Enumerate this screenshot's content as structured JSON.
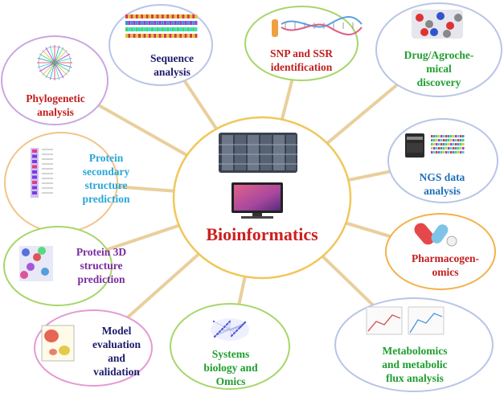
{
  "center": {
    "title": "Bioinformatics",
    "title_color": "#cc1f1f",
    "ellipse_stroke": "#f0c75a",
    "icons": [
      "server-rack-icon",
      "computer-monitor-icon"
    ]
  },
  "spoke_color": "#e9cf9c",
  "nodes": [
    {
      "id": "sequence",
      "label": "Sequence\nanalysis",
      "text_color": "#1c1c6b",
      "border": "#b9c5e8",
      "icon": "sequence-alignment-icon"
    },
    {
      "id": "snp",
      "label": "SNP and SSR\nidentification",
      "text_color": "#c21e1e",
      "border": "#a7d66a",
      "icon": "dna-helix-icon"
    },
    {
      "id": "drug",
      "label": "Drug/Agroche-\nmical\ndiscovery",
      "text_color": "#1f9e2f",
      "border": "#b9c5e8",
      "icon": "molecule-icon"
    },
    {
      "id": "phylo",
      "label": "Phylogenetic\nanalysis",
      "text_color": "#c21e1e",
      "border": "#c9a7e0",
      "icon": "phylogenetic-tree-icon"
    },
    {
      "id": "ngs",
      "label": "NGS data\nanalysis",
      "text_color": "#1f6fb8",
      "border": "#b9c5e8",
      "icon": "sequencer-icon"
    },
    {
      "id": "protein2d",
      "label": "Protein\nsecondary\nstructure\nprediction",
      "text_color": "#29a6d8",
      "border": "#f2c48a",
      "icon": "secondary-structure-icon"
    },
    {
      "id": "pharma",
      "label": "Pharmacogen-\nomics",
      "text_color": "#c21e1e",
      "border": "#f3b24a",
      "icon": "capsule-pills-icon"
    },
    {
      "id": "protein3d",
      "label": "Protein 3D\nstructure\nprediction",
      "text_color": "#7a2b9c",
      "border": "#a7d66a",
      "icon": "protein-3d-icon"
    },
    {
      "id": "metabolomics",
      "label": "Metabolomics\nand metabolic\nflux analysis",
      "text_color": "#1f9e2f",
      "border": "#b9c5e8",
      "icon": "flux-plot-icon"
    },
    {
      "id": "systems",
      "label": "Systems\nbiology and\nOmics",
      "text_color": "#1f9e2f",
      "border": "#a7d66a",
      "icon": "network-graph-icon"
    },
    {
      "id": "model",
      "label": "Model\nevaluation\nand\nvalidation",
      "text_color": "#1c1c6b",
      "border": "#e59ad4",
      "icon": "ramachandran-plot-icon"
    }
  ]
}
